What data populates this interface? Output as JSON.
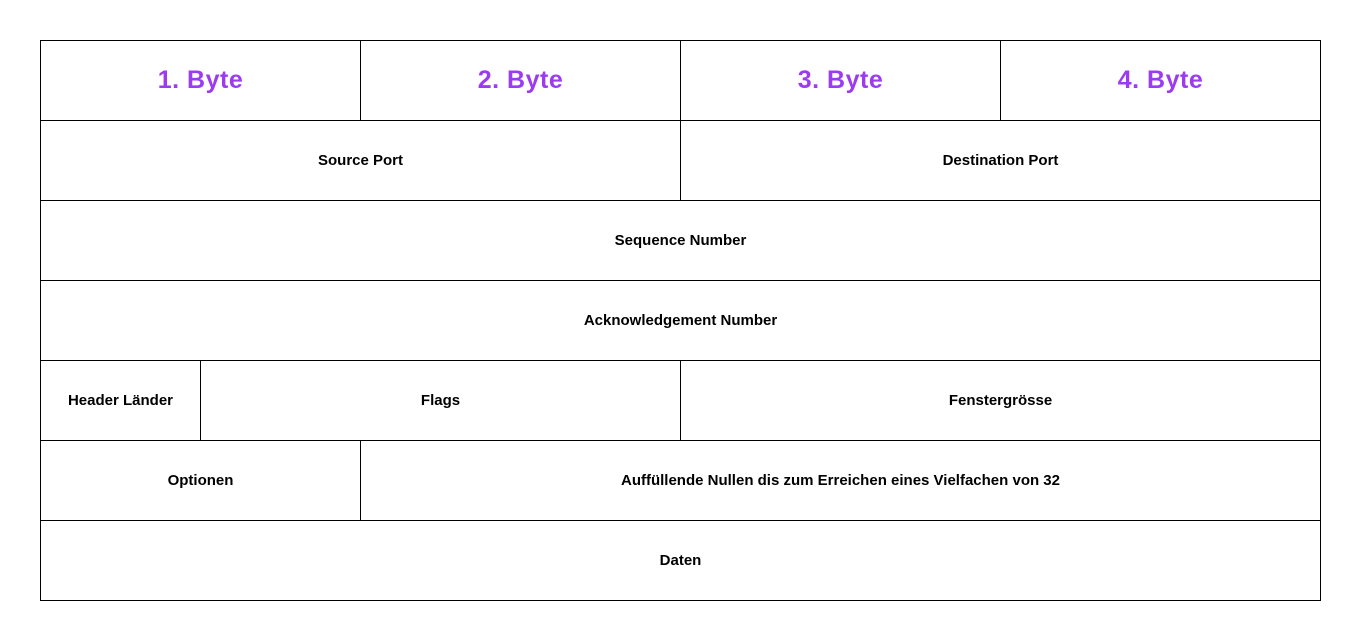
{
  "diagram": {
    "byte_headers": {
      "byte1": "1. Byte",
      "byte2": "2. Byte",
      "byte3": "3. Byte",
      "byte4": "4. Byte"
    },
    "fields": {
      "source_port": "Source Port",
      "destination_port": "Destination Port",
      "sequence_number": "Sequence Number",
      "acknowledgement_number": "Acknowledgement Number",
      "header_laender": "Header Länder",
      "flags": "Flags",
      "fenstergroesse": "Fenstergrösse",
      "optionen": "Optionen",
      "padding": "Auffüllende Nullen dis zum Erreichen eines Vielfachen von 32",
      "daten": "Daten"
    },
    "colors": {
      "accent": "#9b3bf2",
      "border": "#000000",
      "text": "#000000",
      "background": "#ffffff"
    }
  }
}
